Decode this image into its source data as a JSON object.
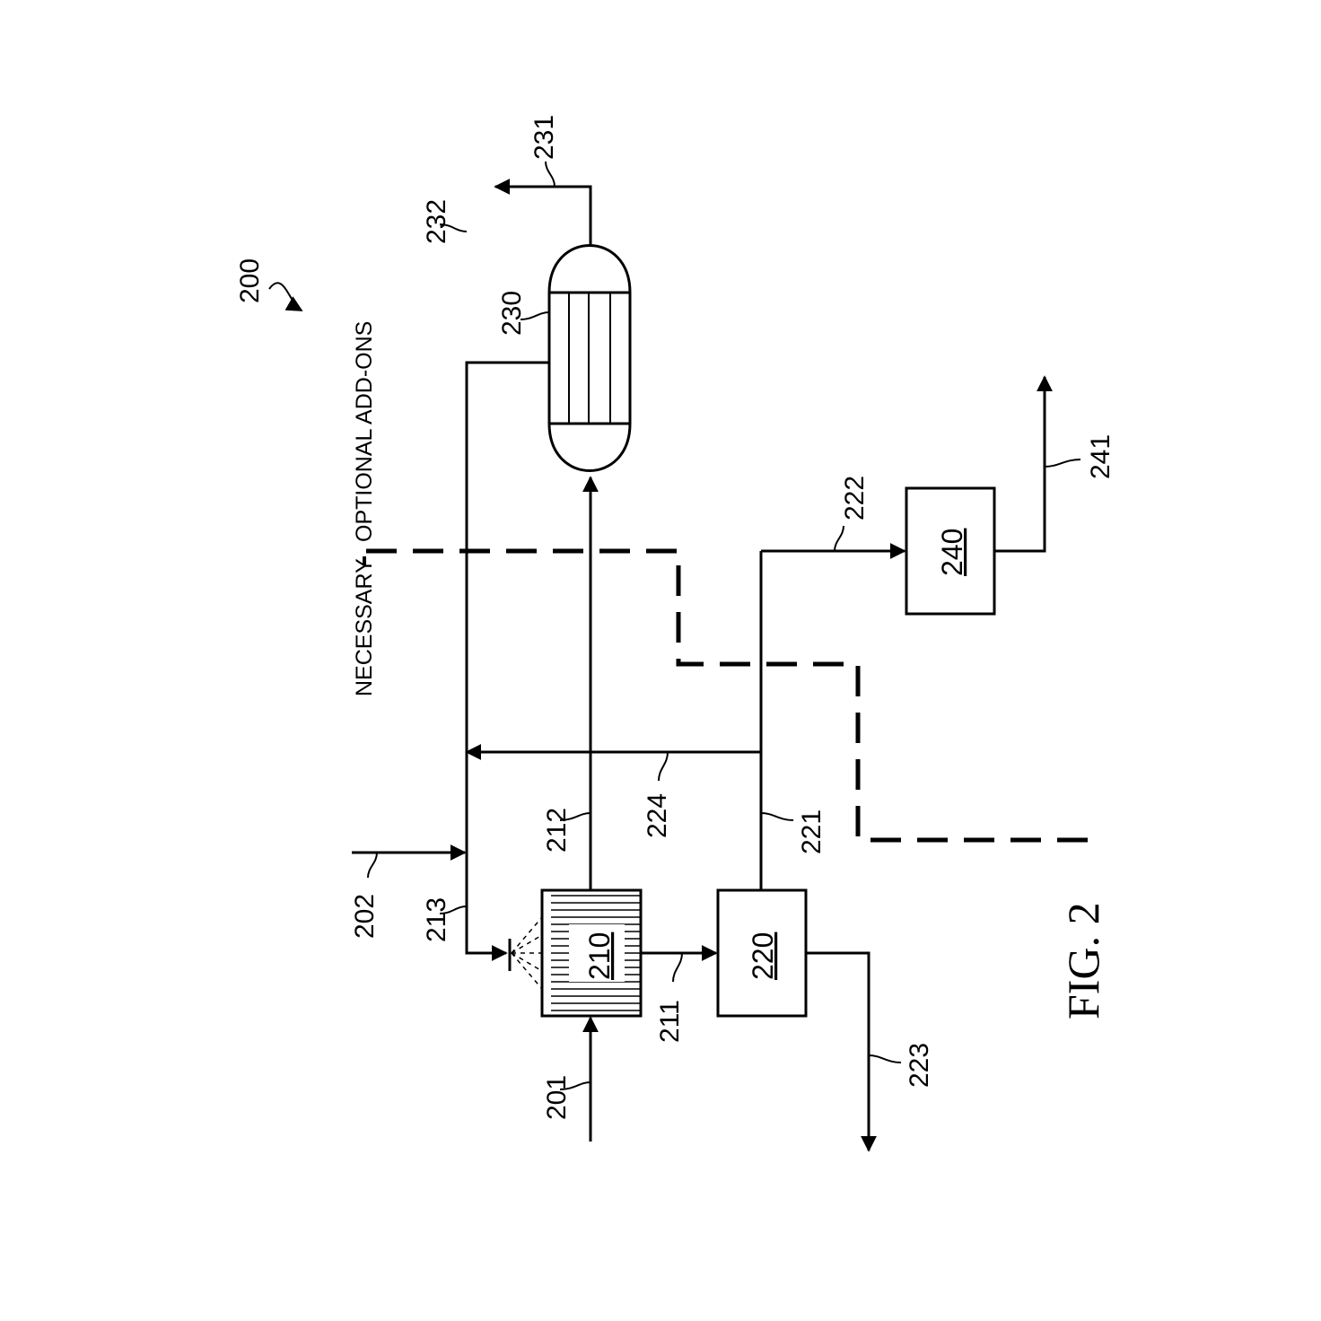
{
  "figure": {
    "number": "200",
    "caption": "FIG. 2"
  },
  "zones": {
    "necessary": "NECESSARY",
    "optional": "OPTIONAL ADD-ONS"
  },
  "units": {
    "u210": "210",
    "u220": "220",
    "u230": "230",
    "u240": "240"
  },
  "streams": {
    "s201": "201",
    "s202": "202",
    "s211": "211",
    "s212": "212",
    "s213": "213",
    "s221": "221",
    "s222": "222",
    "s223": "223",
    "s224": "224",
    "s231": "231",
    "s232": "232",
    "s241": "241"
  }
}
